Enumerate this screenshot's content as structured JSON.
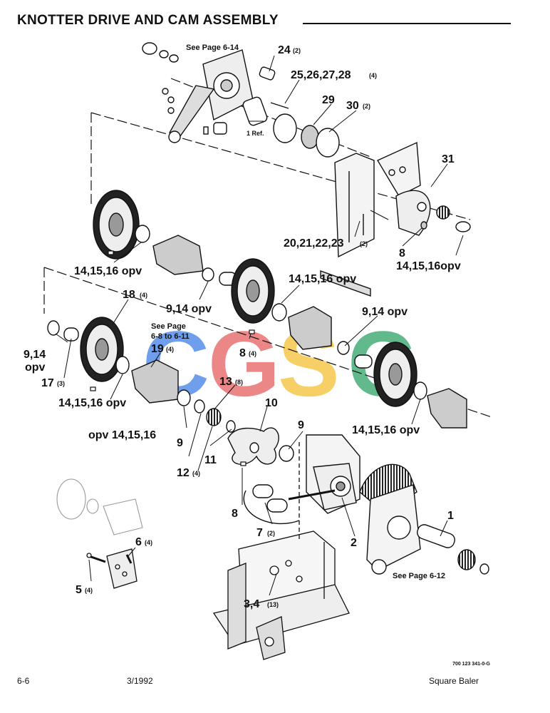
{
  "title": "KNOTTER DRIVE AND CAM ASSEMBLY",
  "footer": {
    "page": "6-6",
    "date": "3/1992",
    "product": "Square Baler",
    "drawing_id": "700 123 341-0-G"
  },
  "watermark": {
    "text": "CGSC",
    "colors": [
      "#4a86e8",
      "#e86a6a",
      "#f5c542",
      "#3aa870"
    ]
  },
  "notes": {
    "see_6_14": "See Page 6-14",
    "see_6_8": "See Page",
    "see_6_8_b": "6-8 to 6-11",
    "see_6_12": "See Page 6-12",
    "one_ref": "1 Ref."
  },
  "callouts": {
    "c24": "24",
    "c24q": "(2)",
    "c25": "25,26,27,28",
    "c25q": "(4)",
    "c29": "29",
    "c30": "30",
    "c30q": "(2)",
    "c31": "31",
    "c20": "20,21,22,23",
    "c20q": "(2)",
    "c8a": "8",
    "c14a": "14,15,16 opv",
    "c14b": "14,15,16 opv",
    "c14c": "14,15,16opv",
    "c9a": "9,14 opv",
    "c9b": "9,14 opv",
    "c18": "18",
    "c18q": "(4)",
    "c19": "19",
    "c19q": "(4)",
    "c8b": "8",
    "c8bq": "(4)",
    "c9c": "9,14",
    "c9c2": "opv",
    "c17": "17",
    "c17q": "(3)",
    "c14d": "14,15,16 opv",
    "c13": "13",
    "c13q": "(8)",
    "c10": "10",
    "c9d": "9",
    "c14e": "opv 14,15,16",
    "c9e": "9",
    "c11": "11",
    "c12": "12",
    "c12q": "(4)",
    "c14f": "14,15,16 opv",
    "c8c": "8",
    "c7": "7",
    "c7q": "(2)",
    "c2": "2",
    "c1": "1",
    "c6": "6",
    "c6q": "(4)",
    "c5": "5",
    "c5q": "(4)",
    "c3": "3,4",
    "c3q": "(13)"
  }
}
